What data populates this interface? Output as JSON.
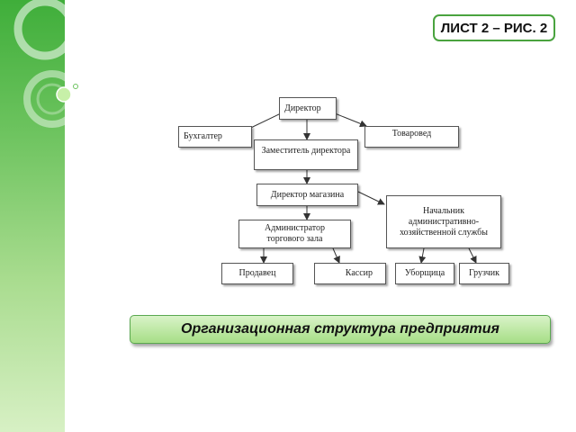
{
  "sheet_label": "ЛИСТ 2 – РИС. 2",
  "caption": "Организационная структура предприятия",
  "org_chart": {
    "director": "Директор",
    "accountant": "Бухгалтер",
    "merchandiser": "Товаровед",
    "deputy_director": "Заместитель директора",
    "store_director": "Директор магазина",
    "admin_head": "Начальник административно-хозяйственной службы",
    "hall_admin": "Администратор торгового зала",
    "seller": "Продавец",
    "cashier": "Кассир",
    "cleaner": "Уборщица",
    "loader": "Грузчик"
  },
  "colors": {
    "accent": "#4aa33f",
    "sidebar_top": "#3fae3a",
    "sidebar_bottom": "#d7f0c4",
    "caption_fill": "#a6de86"
  }
}
